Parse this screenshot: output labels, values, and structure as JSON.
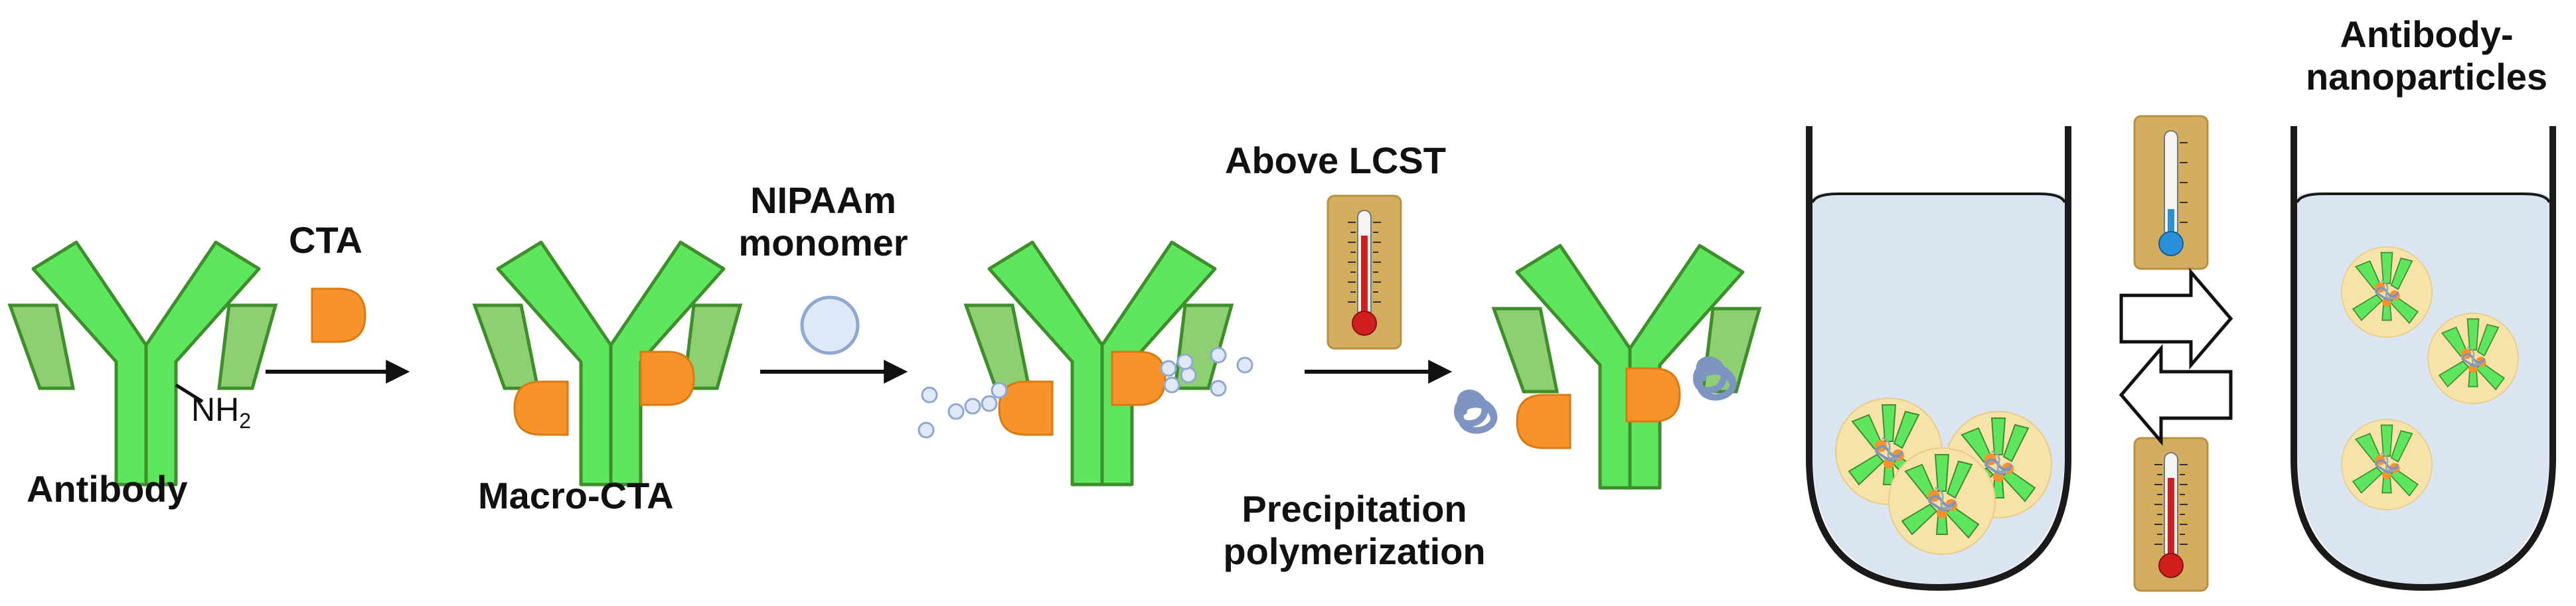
{
  "labels": {
    "antibody": "Antibody",
    "nh2": "NH",
    "nh2_sub": "2",
    "cta": "CTA",
    "macro_cta": "Macro-CTA",
    "nipaam_line1": "NIPAAm",
    "nipaam_line2": "monomer",
    "above_lcst": "Above LCST",
    "precip_line1": "Precipitation",
    "precip_line2": "polymerization",
    "anp_line1": "Antibody-",
    "anp_line2": "nanoparticles"
  },
  "colors": {
    "antibody_green": "#5ee65e",
    "antibody_outline": "#3e8e2c",
    "light_chain": "#8ecf73",
    "cta_orange": "#f7932a",
    "monomer_fill": "#dfe8f6",
    "monomer_stroke": "#8fa8d2",
    "polymer_blue": "#7e95c4",
    "thermometer_frame": "#d4ae5f",
    "thermo_hot": "#d11f1f",
    "thermo_cold": "#2a90d9",
    "tube_fill": "#dbe5f2",
    "particle_fill": "#f7e2a8"
  }
}
